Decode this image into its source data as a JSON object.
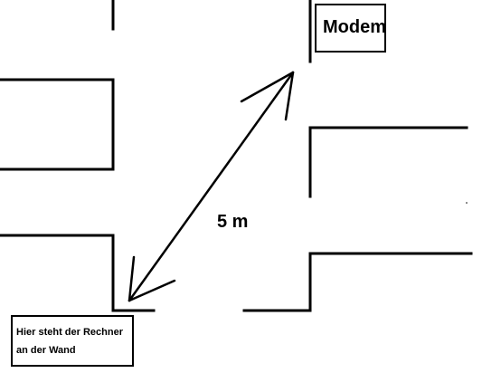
{
  "modem_label": "Modem",
  "distance_label": "5 m",
  "computer_label": {
    "line1": "Hier steht der Rechner",
    "line2": "an der Wand"
  },
  "colors": {
    "background": "#ffffff",
    "ink": "#000000"
  }
}
